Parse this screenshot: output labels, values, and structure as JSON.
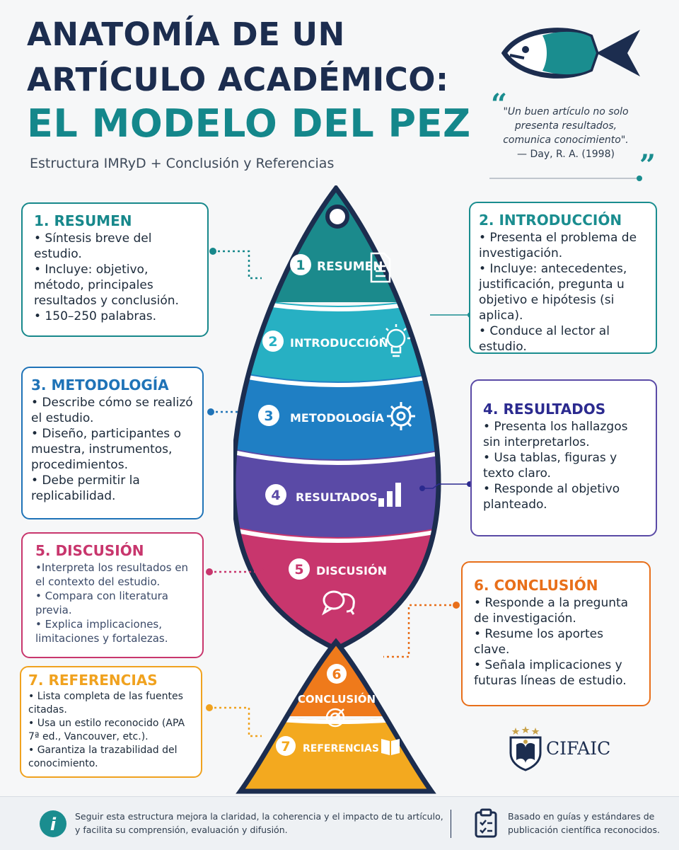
{
  "header": {
    "title_line1": "ANATOMÍA DE UN",
    "title_line2": "ARTÍCULO ACADÉMICO:",
    "title_line3": "EL MODELO DEL PEZ",
    "subtitle": "Estructura IMRyD + Conclusión y Referencias"
  },
  "quote": {
    "open_mark": "“",
    "close_mark": "”",
    "text": "\"Un buen artículo no solo presenta resultados, comunica conocimiento\".",
    "author": "— Day, R. A. (1998)"
  },
  "fish_sections": [
    {
      "num": "1",
      "label": "RESUMEN",
      "color": "#1b8a8c",
      "icon": "document-icon"
    },
    {
      "num": "2",
      "label": "INTRODUCCIÓN",
      "color": "#27b0c3",
      "icon": "lightbulb-icon"
    },
    {
      "num": "3",
      "label": "METODOLOGÍA",
      "color": "#1f7fc4",
      "icon": "gear-icon"
    },
    {
      "num": "4",
      "label": "RESULTADOS",
      "color": "#5a4aa6",
      "icon": "bar-chart-icon"
    },
    {
      "num": "5",
      "label": "DISCUSIÓN",
      "color": "#c8366d",
      "icon": "chat-bubbles-icon"
    },
    {
      "num": "6",
      "label": "CONCLUSIÓN",
      "color": "#ef7a1b",
      "icon": "target-icon"
    },
    {
      "num": "7",
      "label": "REFERENCIAS",
      "color": "#f3a91f",
      "icon": "book-icon"
    }
  ],
  "boxes": {
    "resumen": {
      "title": "1. RESUMEN",
      "color": "#17888b",
      "items": [
        "• Síntesis breve del estudio.",
        "• Incluye: objetivo, método, principales resultados y conclusión.",
        "• 150–250 palabras."
      ]
    },
    "introduccion": {
      "title": "2. INTRODUCCIÓN",
      "color": "#1a8d8f",
      "items": [
        "• Presenta el problema de investigación.",
        "• Incluye: antecedentes, justificación, pregunta u objetivo e hipótesis (si aplica).",
        "• Conduce al lector al estudio."
      ]
    },
    "metodologia": {
      "title": "3. METODOLOGÍA",
      "color": "#1f73b7",
      "items": [
        "• Describe cómo se realizó el estudio.",
        "• Diseño, participantes o muestra, instrumentos, procedimientos.",
        "• Debe permitir la replicabilidad."
      ]
    },
    "resultados": {
      "title": "4. RESULTADOS",
      "color": "#2b2a8f",
      "items": [
        "• Presenta los hallazgos sin interpretarlos.",
        "• Usa tablas, figuras y texto claro.",
        "• Responde al objetivo planteado."
      ]
    },
    "discusion": {
      "title": "5. DISCUSIÓN",
      "color": "#c8366d",
      "items": [
        "•Interpreta los resultados en el contexto del estudio.",
        "• Compara con literatura previa.",
        "• Explica implicaciones, limitaciones y fortalezas."
      ]
    },
    "conclusion": {
      "title": "6. CONCLUSIÓN",
      "color": "#e86f1a",
      "items": [
        "• Responde a la pregunta de investigación.",
        "• Resume los aportes clave.",
        "• Señala implicaciones y futuras líneas de estudio."
      ]
    },
    "referencias": {
      "title": "7. REFERENCIAS",
      "color": "#f0a21f",
      "items": [
        "• Lista completa de las fuentes citadas.",
        "• Usa un estilo reconocido (APA 7ª ed., Vancouver, etc.).",
        "• Garantiza la trazabilidad del conocimiento."
      ]
    }
  },
  "logo": {
    "name": "CIFAIC",
    "icon": "cifaic-shield-icon"
  },
  "footer": {
    "info_icon_label": "i",
    "left_line1": "Seguir esta estructura mejora la claridad, la coherencia y el impacto de tu artículo,",
    "left_line2": "y facilita su comprensión, evaluación y difusión.",
    "right_line1": "Basado en guías y estándares de",
    "right_line2": "publicación científica reconocidos.",
    "right_icon": "clipboard-check-icon"
  }
}
